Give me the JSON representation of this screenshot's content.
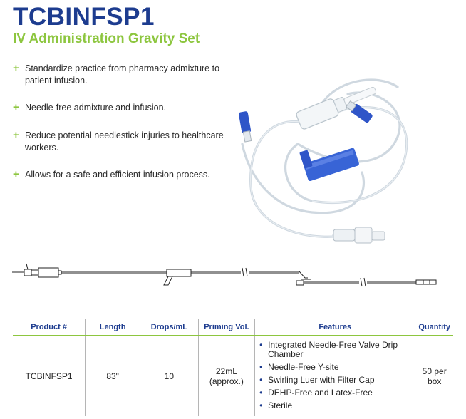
{
  "header": {
    "title": "TCBINFSP1",
    "subtitle": "IV Administration Gravity Set"
  },
  "bullets": [
    "Standardize practice from pharmacy admixture to patient infusion.",
    "Needle-free admixture and infusion.",
    "Reduce potential needlestick injuries to healthcare workers.",
    "Allows for a safe and efficient infusion process."
  ],
  "colors": {
    "title": "#1d3c8f",
    "accent_green": "#8dc63f",
    "connector_blue": "#2f55c8"
  },
  "table": {
    "headers": [
      "Product #",
      "Length",
      "Drops/mL",
      "Priming Vol.",
      "Features",
      "Quantity"
    ],
    "row": {
      "product": "TCBINFSP1",
      "length": "83\"",
      "drops": "10",
      "priming_value": "22mL",
      "priming_note": "(approx.)",
      "features": [
        "Integrated Needle-Free Valve Drip Chamber",
        "Needle-Free Y-site",
        "Swirling Luer with Filter Cap",
        "DEHP-Free and Latex-Free",
        "Sterile"
      ],
      "quantity": "50 per box"
    }
  }
}
